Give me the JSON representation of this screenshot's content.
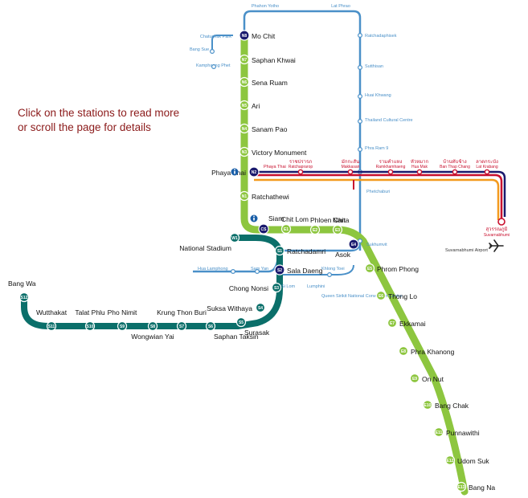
{
  "instruction": {
    "line1": "Click on the stations to read more",
    "line2": "or scroll the page for details"
  },
  "colors": {
    "sukhumvit_line": "#8dc63f",
    "silom_line": "#0b6f6a",
    "mrt_line": "#4a90c8",
    "arl_line_red": "#c8102e",
    "arl_line_navy": "#1a1a6e",
    "arl_line_orange": "#f39a1e",
    "hint_text": "#8b1a1a",
    "station_fill": "#0b6f6a"
  },
  "sukhumvit_stations": [
    {
      "code": "N8",
      "name": "Mo Chit"
    },
    {
      "code": "N7",
      "name": "Saphan Khwai"
    },
    {
      "code": "N6",
      "name": "Sena Ruam"
    },
    {
      "code": "N5",
      "name": "Ari"
    },
    {
      "code": "N4",
      "name": "Sanam Pao"
    },
    {
      "code": "N3",
      "name": "Victory Monument"
    },
    {
      "code": "N2",
      "name": "Phaya Thai"
    },
    {
      "code": "N1",
      "name": "Ratchathewi"
    },
    {
      "code": "CS",
      "name": "Siam"
    },
    {
      "code": "E1",
      "name": "Chit Lom"
    },
    {
      "code": "E2",
      "name": "Phloen Chit"
    },
    {
      "code": "E3",
      "name": "Nana"
    },
    {
      "code": "E4",
      "name": "Asok"
    },
    {
      "code": "E5",
      "name": "Phrom Phong"
    },
    {
      "code": "E6",
      "name": "Thong Lo"
    },
    {
      "code": "E7",
      "name": "Ekkamai"
    },
    {
      "code": "E8",
      "name": "Phra Khanong"
    },
    {
      "code": "E9",
      "name": "On Nut"
    },
    {
      "code": "E10",
      "name": "Bang Chak"
    },
    {
      "code": "E11",
      "name": "Punnawithi"
    },
    {
      "code": "E12",
      "name": "Udom Suk"
    },
    {
      "code": "E13",
      "name": "Bang Na"
    }
  ],
  "silom_stations": [
    {
      "code": "W1",
      "name": "National Stadium"
    },
    {
      "code": "S1",
      "name": "Ratchadamri"
    },
    {
      "code": "S2",
      "name": "Sala Daeng"
    },
    {
      "code": "S3",
      "name": "Chong Nonsi"
    },
    {
      "code": "S4",
      "name": "Suksa Withaya"
    },
    {
      "code": "S5",
      "name": "Surasak"
    },
    {
      "code": "S6",
      "name": "Saphan Taksin"
    },
    {
      "code": "S7",
      "name": "Krung Thon Buri"
    },
    {
      "code": "S8",
      "name": "Wongwian Yai"
    },
    {
      "code": "S9",
      "name": "Pho Nimit"
    },
    {
      "code": "S10",
      "name": "Talat Phlu"
    },
    {
      "code": "S11",
      "name": "Wutthakat"
    },
    {
      "code": "S12",
      "name": "Bang Wa"
    }
  ],
  "mrt_labels": [
    "Phahon Yotho",
    "Lat Phrao",
    "Chatuchak Park",
    "Bang Sue",
    "Kamphaeng Phet",
    "Ratchadaphisek",
    "Sutthisan",
    "Huai Khwang",
    "Thailand Cultural Centre",
    "Phra Ram 9",
    "Phetchaburi",
    "Sukhumvit",
    "Hua Lamphong",
    "Sam Yan",
    "Si Lom",
    "Khlong Toei",
    "Lumphini",
    "Queen Sirikit National Convention Centre"
  ],
  "arl_labels": [
    {
      "thai": "ราชปรารภ",
      "en": "Ratchaprarop"
    },
    {
      "thai": "มักกะสัน",
      "en": "Makkasan"
    },
    {
      "thai": "รามคำแหง",
      "en": "Ramkhamhaeng"
    },
    {
      "thai": "หัวหมาก",
      "en": "Hua Mak"
    },
    {
      "thai": "บ้านทับช้าง",
      "en": "Ban Thap Chang"
    },
    {
      "thai": "ลาดกระบัง",
      "en": "Lat Krabang"
    },
    {
      "thai": "สุวรรณภูมิ",
      "en": "Suvarnabhumi"
    }
  ],
  "arl_phaya_thai": "Phaya Thai",
  "airport": {
    "label": "Suvarnabhumi Airport",
    "icon": "airplane-icon"
  }
}
